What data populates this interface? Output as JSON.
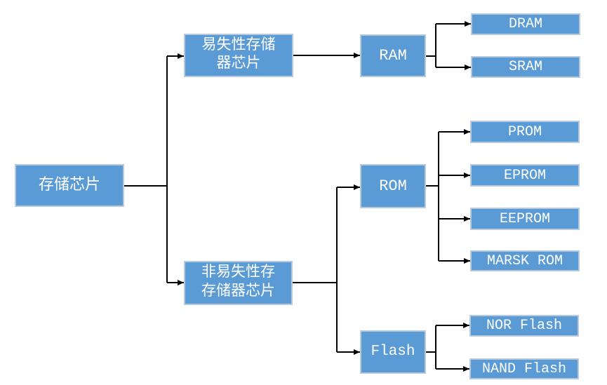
{
  "diagram": {
    "type": "tree",
    "colors": {
      "node_fill": "#5b9bd5",
      "node_border": "#b7c9de",
      "node_text": "#ffffff",
      "connector": "#000000"
    },
    "nodes": {
      "root": {
        "label": "存储芯片"
      },
      "volatile": {
        "label": "易失性存储\n器芯片"
      },
      "nonvolatile": {
        "label": "非易失性存\n存储器芯片"
      },
      "ram": {
        "label": "RAM"
      },
      "rom": {
        "label": "ROM"
      },
      "flash": {
        "label": "Flash"
      },
      "dram": {
        "label": "DRAM"
      },
      "sram": {
        "label": "SRAM"
      },
      "prom": {
        "label": "PROM"
      },
      "eprom": {
        "label": "EPROM"
      },
      "eeprom": {
        "label": "EEPROM"
      },
      "marsk_rom": {
        "label": "MARSK ROM"
      },
      "nor_flash": {
        "label": "NOR Flash"
      },
      "nand_flash": {
        "label": "NAND Flash"
      }
    },
    "edges": [
      [
        "存储芯片",
        "易失性存储器芯片"
      ],
      [
        "存储芯片",
        "非易失性存存储器芯片"
      ],
      [
        "易失性存储器芯片",
        "RAM"
      ],
      [
        "RAM",
        "DRAM"
      ],
      [
        "RAM",
        "SRAM"
      ],
      [
        "非易失性存存储器芯片",
        "ROM"
      ],
      [
        "非易失性存存储器芯片",
        "Flash"
      ],
      [
        "ROM",
        "PROM"
      ],
      [
        "ROM",
        "EPROM"
      ],
      [
        "ROM",
        "EEPROM"
      ],
      [
        "ROM",
        "MARSK ROM"
      ],
      [
        "Flash",
        "NOR Flash"
      ],
      [
        "Flash",
        "NAND Flash"
      ]
    ]
  }
}
